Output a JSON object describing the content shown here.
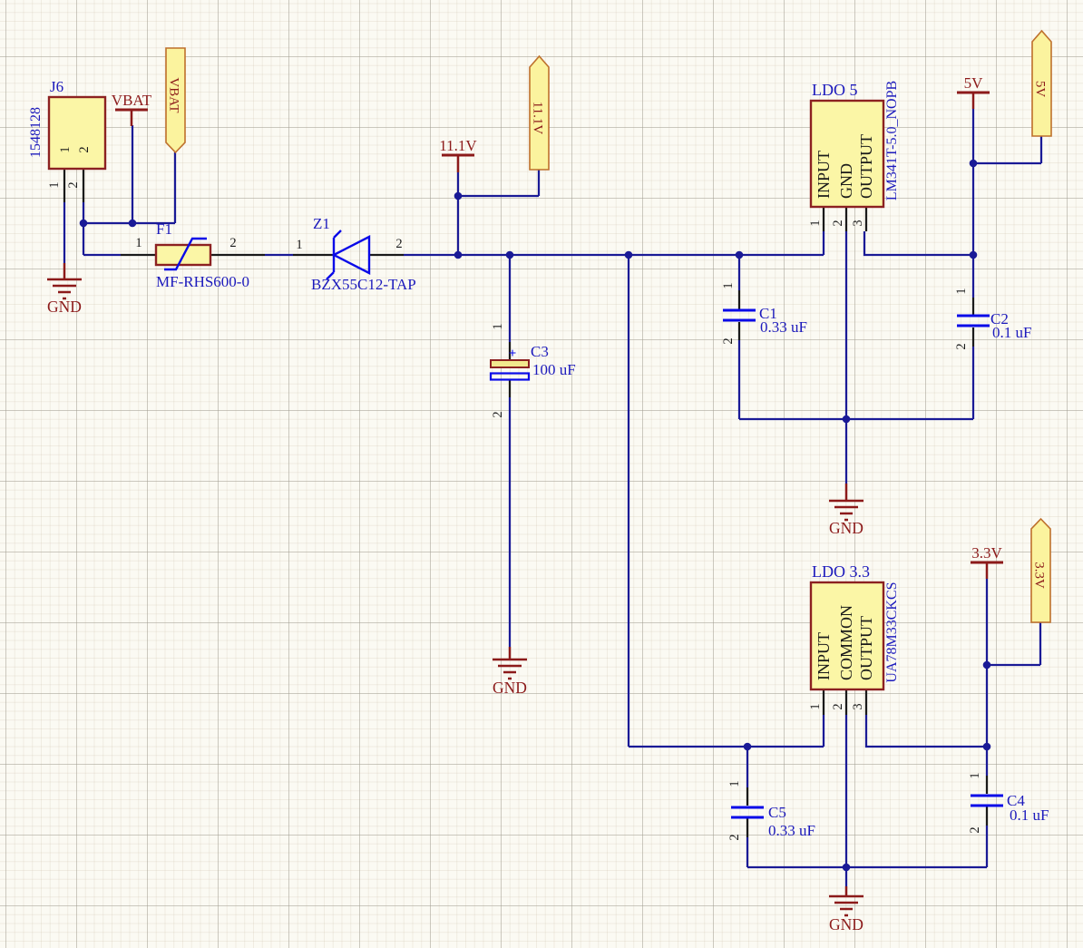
{
  "colors": {
    "wire": "#1a1a96",
    "graphic_blue": "#0a0ae8",
    "label_blue": "#1c1abc",
    "power_red": "#8c1a1a",
    "component_fill": "#fbf6a6",
    "component_border": "#8c2121",
    "flag_fill": "#fbf39e",
    "flag_border": "#be702c",
    "pin_black": "#1a1a1a",
    "background": "#fbfaf3"
  },
  "j6": {
    "designator": "J6",
    "part_number": "1548128",
    "pin1": "1",
    "pin2": "2",
    "pad1": "1",
    "pad2": "2"
  },
  "f1": {
    "designator": "F1",
    "part_number": "MF-RHS600-0",
    "pin1": "1",
    "pin2": "2"
  },
  "z1": {
    "designator": "Z1",
    "part_number": "BZX55C12-TAP",
    "pin1": "1",
    "pin2": "2"
  },
  "c1": {
    "designator": "C1",
    "value": "0.33 uF",
    "pin1": "1",
    "pin2": "2"
  },
  "c2": {
    "designator": "C2",
    "value": "0.1 uF",
    "pin1": "1",
    "pin2": "2"
  },
  "c3": {
    "designator": "C3",
    "value": "100 uF",
    "plus": "+",
    "pin1": "1",
    "pin2": "2"
  },
  "c4": {
    "designator": "C4",
    "value": "0.1 uF",
    "pin1": "1",
    "pin2": "2"
  },
  "c5": {
    "designator": "C5",
    "value": "0.33 uF",
    "pin1": "1",
    "pin2": "2"
  },
  "regulator_5v": {
    "designator": "LDO 5",
    "part_number": "LM341T-5.0_NOPB",
    "pin_names": [
      "INPUT",
      "GND",
      "OUTPUT"
    ],
    "pin_numbers": [
      "1",
      "2",
      "3"
    ]
  },
  "regulator_3v3": {
    "designator": "LDO 3.3",
    "part_number": "UA78M33CKCS",
    "pin_names": [
      "INPUT",
      "COMMON",
      "OUTPUT"
    ],
    "pin_numbers": [
      "1",
      "2",
      "3"
    ]
  },
  "power": {
    "vbat_bar": "VBAT",
    "vbat_flag": "VBAT",
    "v11_bar": "11.1V",
    "v11_flag": "11.1V",
    "v5_bar": "5V",
    "v5_flag": "5V",
    "v3v3_bar": "3.3V",
    "v3v3_flag": "3.3V",
    "gnd_j6": "GND",
    "gnd_c3": "GND",
    "gnd_ldo5": "GND",
    "gnd_ldo33": "GND"
  }
}
